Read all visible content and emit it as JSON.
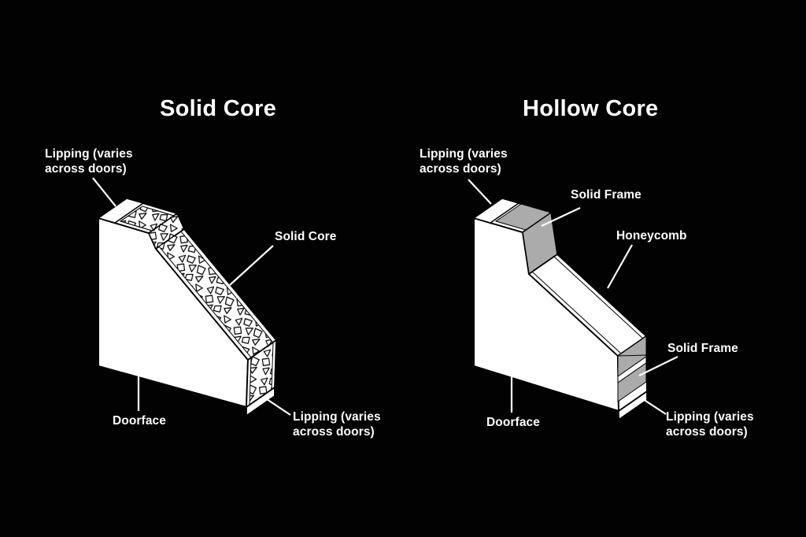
{
  "page": {
    "background": "#020202",
    "text_color": "#ffffff",
    "frame_gray": "#ababab",
    "face_white": "#ffffff",
    "outline_black": "#000000"
  },
  "solid_diagram": {
    "title": "Solid Core",
    "labels": {
      "lipping_top": "Lipping (varies\nacross doors)",
      "core": "Solid Core",
      "doorface": "Doorface",
      "lipping_bottom": "Lipping (varies\nacross doors)"
    }
  },
  "hollow_diagram": {
    "title": "Hollow Core",
    "labels": {
      "lipping_top": "Lipping (varies\nacross doors)",
      "frame_top": "Solid Frame",
      "honeycomb": "Honeycomb",
      "frame_bottom": "Solid Frame",
      "doorface": "Doorface",
      "lipping_bottom": "Lipping (varies\nacross doors)"
    }
  }
}
